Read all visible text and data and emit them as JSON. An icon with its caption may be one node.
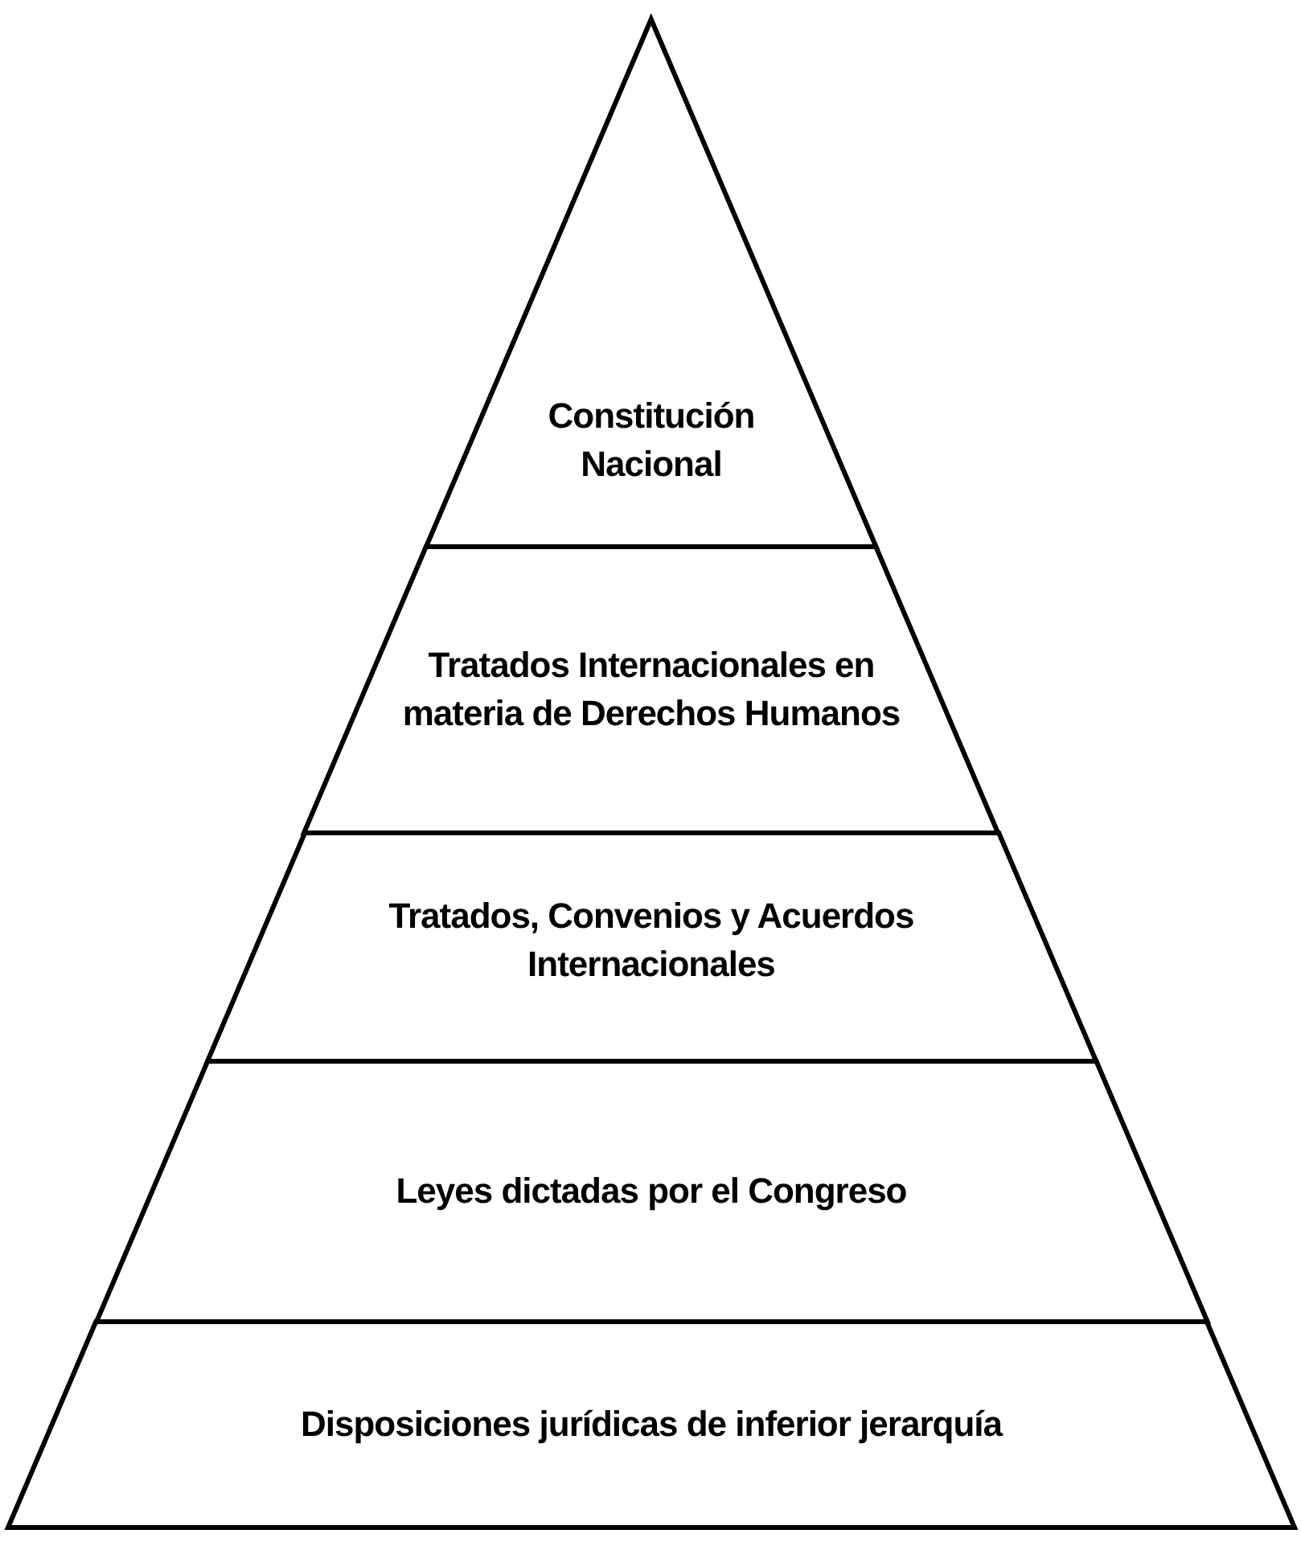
{
  "diagram": {
    "nodes": [
      {
        "text": [
          "Constitución Nacional"
        ]
      },
      {
        "text": [
          "Tratados Internacionales en materia de Derechos Humanos"
        ]
      },
      {
        "text": [
          "Tratados, Convenios y Acuerdos Internacionales"
        ]
      },
      {
        "text": [
          "Leyes dictadas por el Congreso"
        ]
      },
      {
        "text": [
          "Disposiciones jurídicas de inferior jerarquía"
        ]
      }
    ]
  }
}
